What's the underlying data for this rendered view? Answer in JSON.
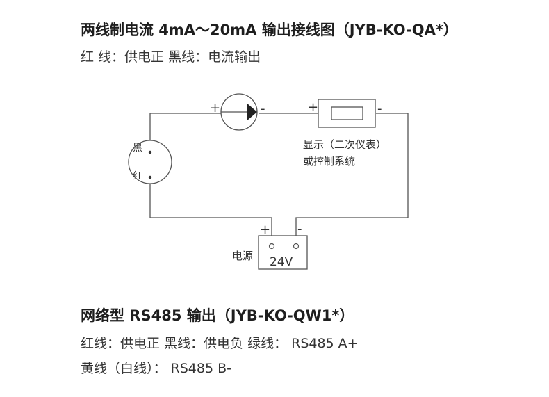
{
  "section1": {
    "title": "两线制电流 4mA～20mA 输出接线图（JYB-KO-QA*）",
    "desc": "红 线：供电正 黑线：电流输出"
  },
  "diagram": {
    "sensor_black": "黑",
    "sensor_red": "红",
    "meter_plus": "+",
    "meter_minus": "-",
    "display_plus": "+",
    "display_minus": "-",
    "display_label_1": "显示（二次仪表）",
    "display_label_2": "或控制系统",
    "power_plus": "+",
    "power_minus": "-",
    "power_label": "电源",
    "power_voltage": "24V"
  },
  "section2": {
    "title": "网络型 RS485 输出（JYB-KO-QW1*）",
    "desc1": "红线：供电正 黑线：供电负 绿线： RS485 A+",
    "desc2": "黄线（白线）： RS485 B-"
  },
  "colors": {
    "line": "#555555",
    "text": "#333333"
  }
}
